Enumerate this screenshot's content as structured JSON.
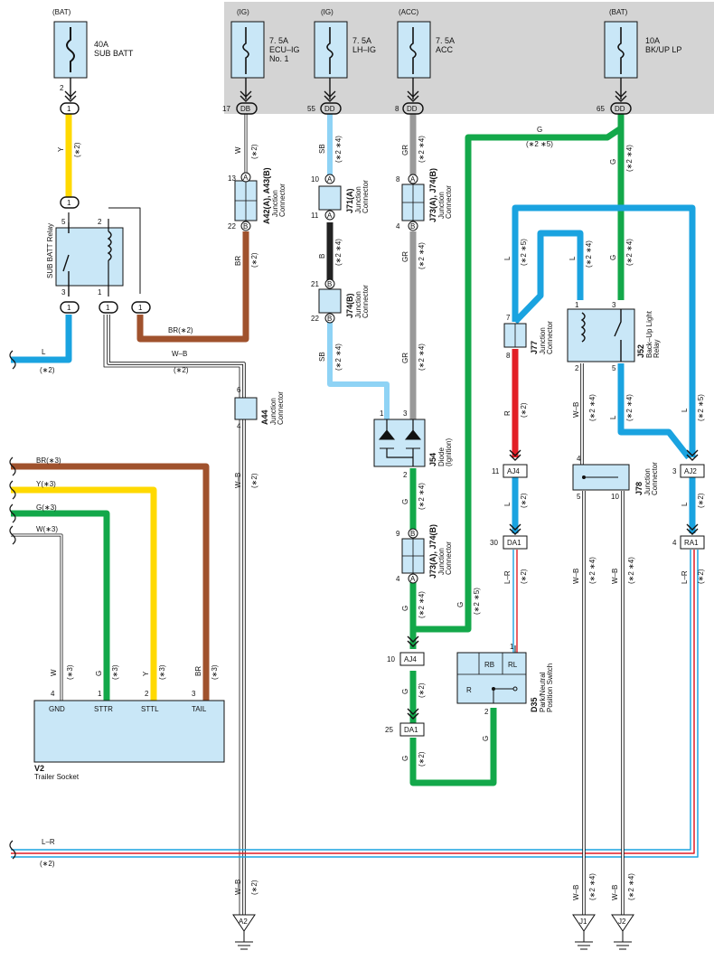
{
  "fuses": [
    {
      "id": "sub-batt",
      "supply": "(BAT)",
      "rating": "40A",
      "line1": "SUB BATT",
      "line2": "",
      "line3": ""
    },
    {
      "id": "ecu-ig",
      "supply": "(IG)",
      "rating": "7. 5A",
      "line1": "ECU–IG",
      "line2": "No. 1",
      "line3": ""
    },
    {
      "id": "lh-ig",
      "supply": "(IG)",
      "rating": "7. 5A",
      "line1": "LH–IG",
      "line2": "",
      "line3": ""
    },
    {
      "id": "acc",
      "supply": "(ACC)",
      "rating": "7. 5A",
      "line1": "ACC",
      "line2": "",
      "line3": ""
    },
    {
      "id": "bkup",
      "supply": "(BAT)",
      "rating": "10A",
      "line1": "BK/UP LP",
      "line2": "",
      "line3": ""
    }
  ],
  "pins": {
    "sub_batt_out": "2",
    "sub_batt_conn": "1",
    "relay_in_conn": "1",
    "relay_p5": "5",
    "relay_p2": "2",
    "relay_p3": "3",
    "relay_p1": "1",
    "relay_c3": "1",
    "relay_c1": "1",
    "relay_c2": "1",
    "jb17": "17",
    "jb55": "55",
    "jb8": "8",
    "jb65": "65",
    "a42_13": "13",
    "a42_22": "22",
    "j71_10": "10",
    "j71_11": "11",
    "j74_21": "21",
    "j74_22": "22",
    "j73_8": "8",
    "j73_4": "4",
    "a44_6": "6",
    "a44_4": "4",
    "j54_1": "1",
    "j54_3": "3",
    "j54_2": "2",
    "j73b_9": "9",
    "j73b_4": "4",
    "aj4a_10": "10",
    "da1a_25": "25",
    "j77_7": "7",
    "j77_8": "8",
    "aj4b_11": "11",
    "da1b_30": "30",
    "d35_1": "1",
    "d35_2": "2",
    "j52_1": "1",
    "j52_3": "3",
    "j52_2": "2",
    "j52_5": "5",
    "j78_4": "4",
    "j78_5": "5",
    "j78_10": "10",
    "aj2_3": "3",
    "ra1_4": "4",
    "v2_4": "4",
    "v2_1": "1",
    "v2_2": "2",
    "v2_3": "3"
  },
  "conn_letters": {
    "db": "DB",
    "dd": "DD",
    "a": "A",
    "b": "B"
  },
  "connectors": {
    "a42": {
      "name": "A42(A), A43(B)",
      "desc1": "Junction",
      "desc2": "Connector"
    },
    "j71": {
      "name": "J71(A)",
      "desc1": "Junction",
      "desc2": "Connector"
    },
    "j74": {
      "name": "J74(B)",
      "desc1": "Junction",
      "desc2": "Connector"
    },
    "j73": {
      "name": "J73(A), J74(B)",
      "desc1": "Junction",
      "desc2": "Connector"
    },
    "a44": {
      "name": "A44",
      "desc1": "Junction",
      "desc2": "Connector"
    },
    "j54": {
      "name": "J54",
      "desc1": "Diode",
      "desc2": "(Ignition)"
    },
    "j73b": {
      "name": "J73(A), J74(B)",
      "desc1": "Junction",
      "desc2": "Connector"
    },
    "j77": {
      "name": "J77",
      "desc1": "Junction",
      "desc2": "Connector"
    },
    "j52": {
      "name": "J52",
      "desc1": "Back–Up Light",
      "desc2": "Relay"
    },
    "j78": {
      "name": "J78",
      "desc1": "Junction",
      "desc2": "Connector"
    },
    "aj4": "AJ4",
    "da1": "DA1",
    "aj2": "AJ2",
    "ra1": "RA1",
    "d35": {
      "name": "D35",
      "desc1": "Park/Neutral",
      "desc2": "Position Switch",
      "rb": "RB",
      "rl": "RL",
      "r": "R"
    },
    "sub_relay": "SUB BATT Relay",
    "v2": {
      "name": "V2",
      "desc": "Trailer Socket",
      "gnd": "GND",
      "sttr": "STTR",
      "sttl": "STTL",
      "tail": "TAIL"
    }
  },
  "grounds": [
    "A2",
    "J1",
    "J2"
  ],
  "wires": {
    "y": "Y",
    "w": "W",
    "sb": "SB",
    "gr": "GR",
    "g": "G",
    "br": "BR",
    "b": "B",
    "l": "L",
    "r": "R",
    "wb": "W–B",
    "lr": "L–R",
    "br_note": "BR(∗2)",
    "br3": "BR(∗3)",
    "y3": "Y(∗3)",
    "g3": "G(∗3)",
    "w3": "W(∗3)"
  },
  "notes": {
    "n2": "(∗2)",
    "n3": "(∗3)",
    "n24": "(∗2 ∗4)",
    "n25": "(∗2 ∗5)"
  },
  "colors": {
    "yellow": "#ffd900",
    "brown": "#a0522d",
    "blue": "#1aa3e0",
    "lightblue": "#8fd3f5",
    "black": "#222222",
    "gray": "#999999",
    "green": "#13a84a",
    "red": "#e21f26",
    "box_fill": "#c9e7f7",
    "jb_fill": "#d4d4d4"
  }
}
